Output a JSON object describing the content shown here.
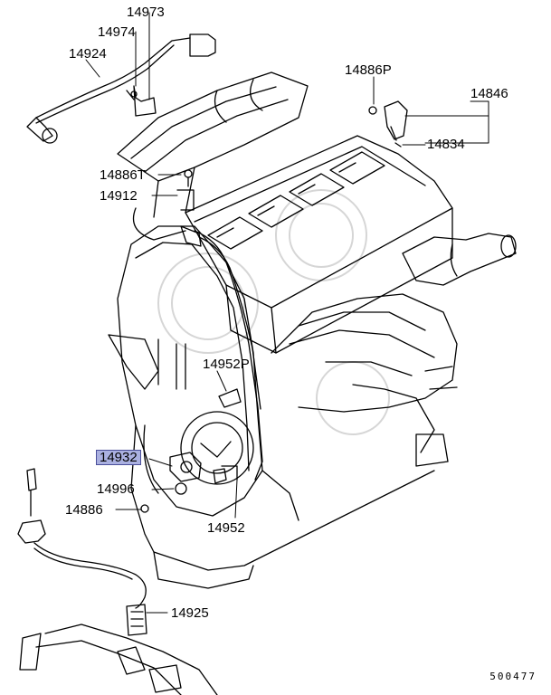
{
  "parts": [
    {
      "id": "p14973",
      "number": "14973",
      "highlighted": false
    },
    {
      "id": "p14974",
      "number": "14974",
      "highlighted": false
    },
    {
      "id": "p14924",
      "number": "14924",
      "highlighted": false
    },
    {
      "id": "p14886P",
      "number": "14886P",
      "highlighted": false
    },
    {
      "id": "p14846",
      "number": "14846",
      "highlighted": false
    },
    {
      "id": "p14834",
      "number": "14834",
      "highlighted": false
    },
    {
      "id": "p14886T",
      "number": "14886T",
      "highlighted": false
    },
    {
      "id": "p14912",
      "number": "14912",
      "highlighted": false
    },
    {
      "id": "p14952P",
      "number": "14952P",
      "highlighted": false
    },
    {
      "id": "p14932",
      "number": "14932",
      "highlighted": true
    },
    {
      "id": "p14996",
      "number": "14996",
      "highlighted": false
    },
    {
      "id": "p14886",
      "number": "14886",
      "highlighted": false
    },
    {
      "id": "p14952",
      "number": "14952",
      "highlighted": false
    },
    {
      "id": "p14925",
      "number": "14925",
      "highlighted": false
    }
  ],
  "diagram_code": "500477",
  "colors": {
    "highlight_fill": "#aab0e0",
    "highlight_border": "#4a4f9a",
    "line": "#000000"
  }
}
